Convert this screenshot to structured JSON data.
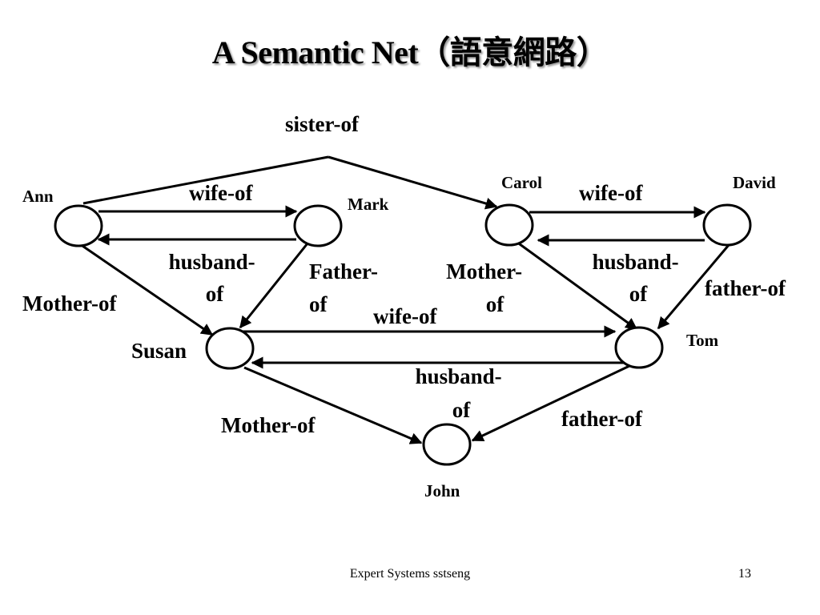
{
  "title": "A Semantic Net（語意網路）",
  "nodes": {
    "ann": "Ann",
    "mark": "Mark",
    "carol": "Carol",
    "david": "David",
    "susan": "Susan",
    "tom": "Tom",
    "john": "John"
  },
  "edges": {
    "sister_of": "sister-of",
    "ann_mark_wife": "wife-of",
    "ann_mark_husband": [
      "husband-",
      "of"
    ],
    "carol_david_wife": "wife-of",
    "carol_david_husband": [
      "husband-",
      "of"
    ],
    "ann_susan_mother": "Mother-of",
    "mark_susan_father": [
      "Father-",
      "of"
    ],
    "carol_tom_mother": [
      "Mother-",
      "of"
    ],
    "david_tom_father": "father-of",
    "susan_tom_wife": "wife-of",
    "susan_tom_husband": [
      "husband-",
      "of"
    ],
    "susan_john_mother": "Mother-of",
    "tom_john_father": "father-of"
  },
  "footer": {
    "text": "Expert Systems sstseng",
    "page": "13"
  }
}
